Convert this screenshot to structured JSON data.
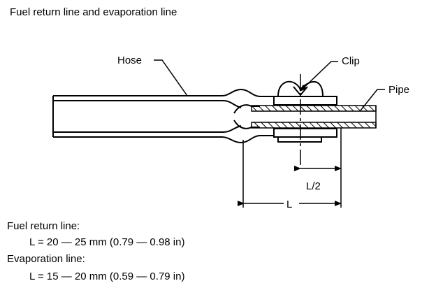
{
  "title": "Fuel return line and evaporation line",
  "labels": {
    "hose": "Hose",
    "clip": "Clip",
    "pipe": "Pipe",
    "half_length": "L/2",
    "length": "L"
  },
  "specs": [
    {
      "heading": "Fuel return line:",
      "value": "L = 20 — 25 mm (0.79 — 0.98 in)"
    },
    {
      "heading": "Evaporation line:",
      "value": "L = 15 — 20 mm (0.59 — 0.79 in)"
    }
  ]
}
